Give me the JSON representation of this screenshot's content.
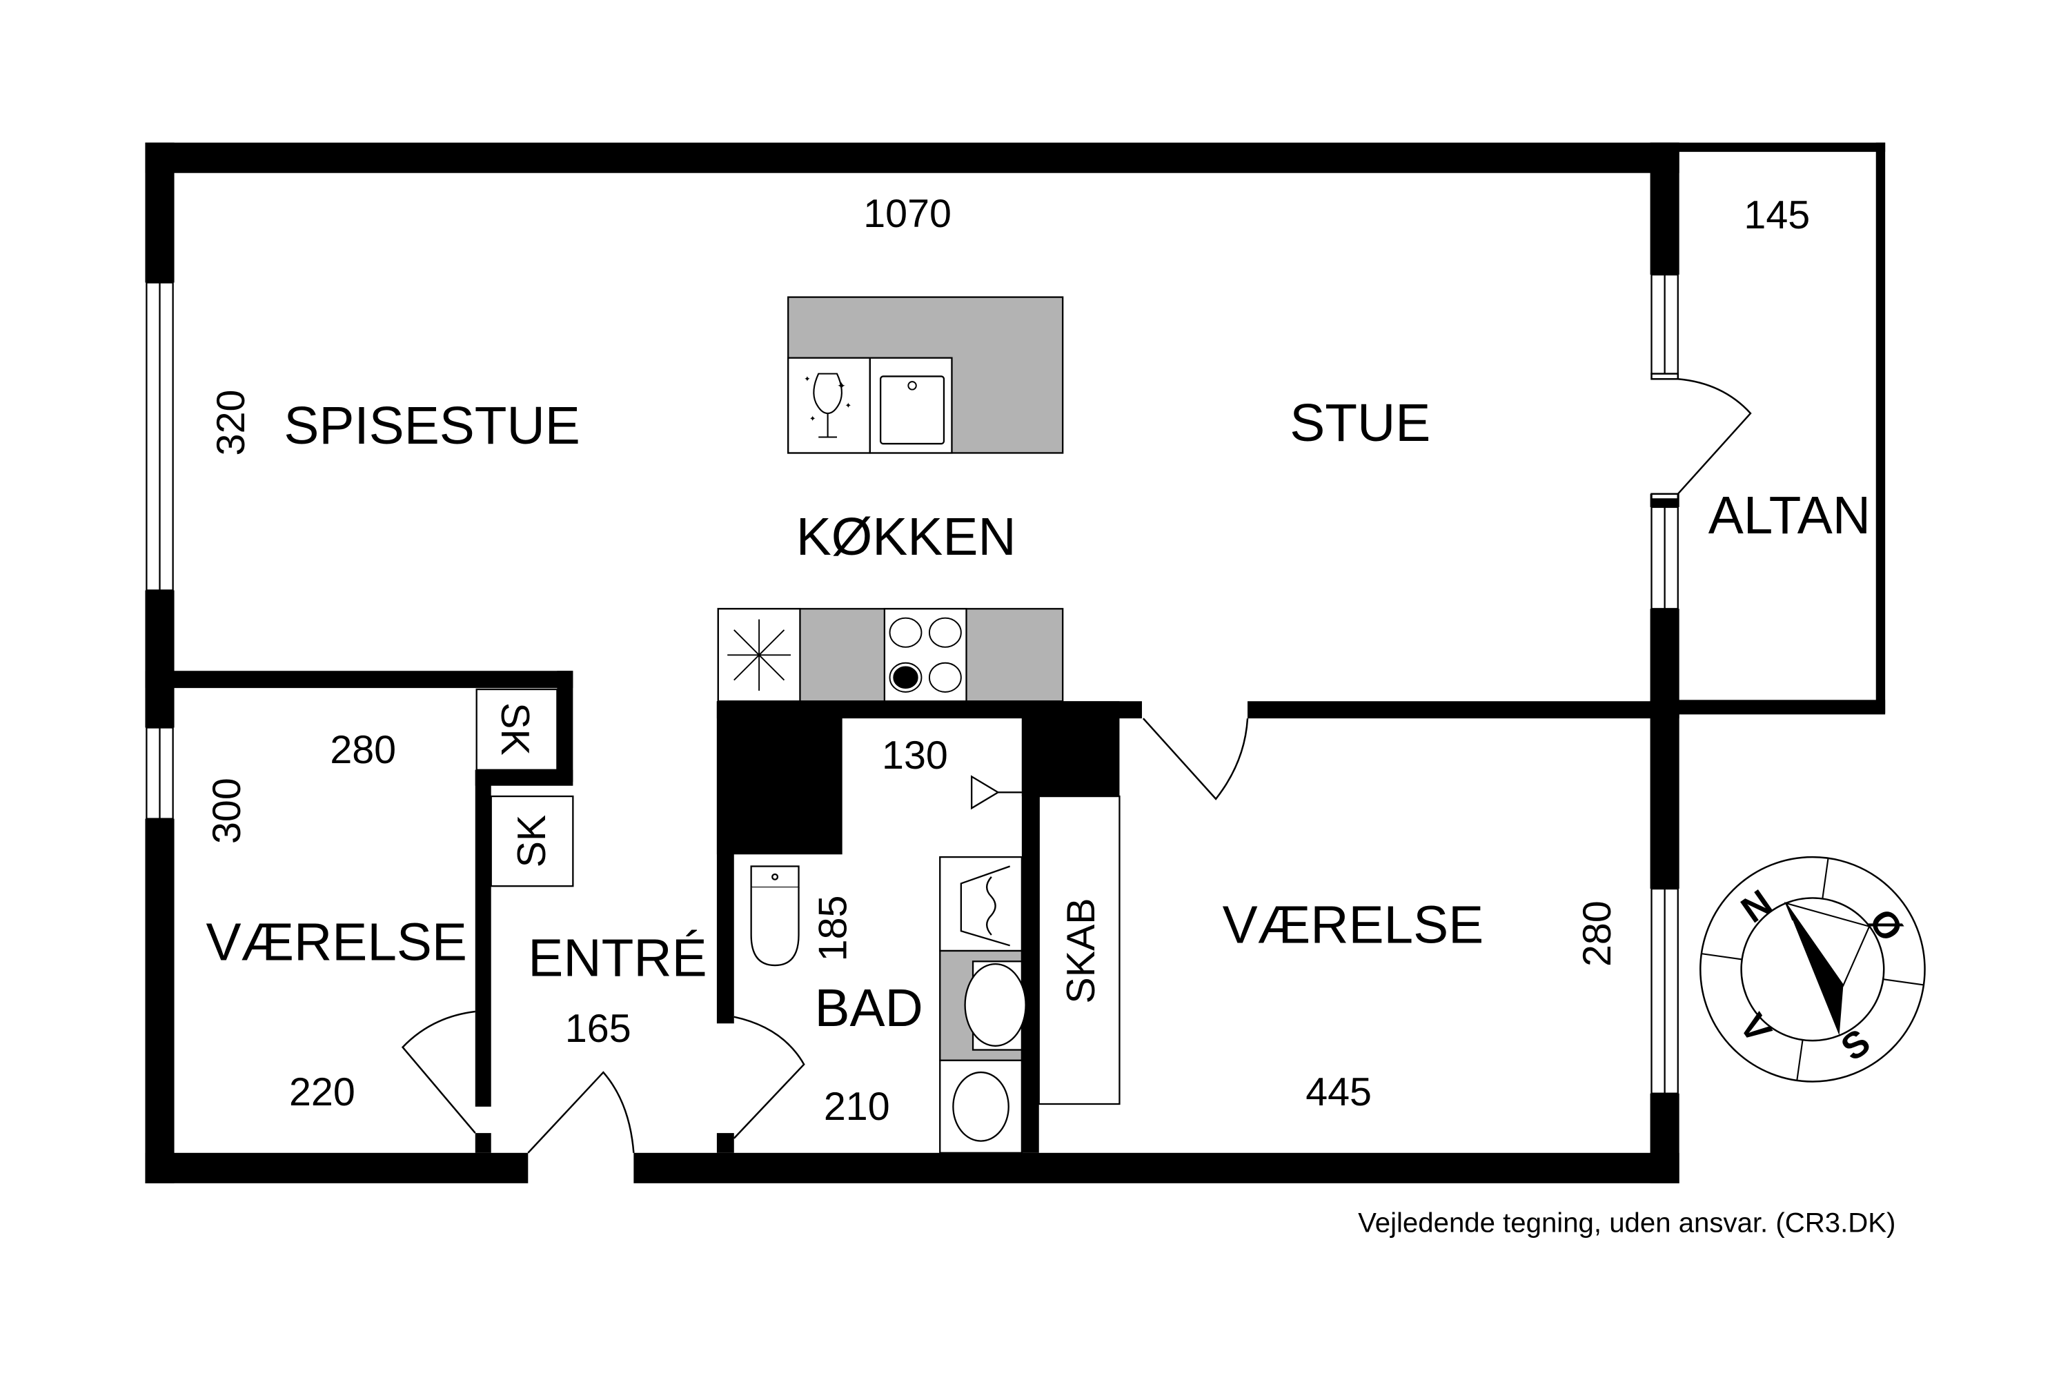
{
  "plan": {
    "colors": {
      "wall": "#000000",
      "counter": "#b3b3b3",
      "background": "#ffffff",
      "line": "#000000"
    },
    "rooms": {
      "spisestue": {
        "label": "SPISESTUE",
        "dim_vertical": "320"
      },
      "stue": {
        "label": "STUE",
        "dim_top": "1070"
      },
      "kokken": {
        "label": "KØKKEN"
      },
      "altan": {
        "label": "ALTAN",
        "dim_top": "145"
      },
      "vaerelse_left": {
        "label": "VÆRELSE",
        "dim_top": "280",
        "dim_vertical": "300",
        "dim_bottom": "220"
      },
      "entre": {
        "label": "ENTRÉ",
        "dim": "165"
      },
      "bad": {
        "label": "BAD",
        "dim_top": "130",
        "dim_vertical": "185",
        "dim_bottom": "210"
      },
      "skab": {
        "label": "SKAB"
      },
      "sk_upper": {
        "label": "SK"
      },
      "sk_lower": {
        "label": "SK"
      },
      "vaerelse_right": {
        "label": "VÆRELSE",
        "dim_vertical": "280",
        "dim_bottom": "445"
      }
    },
    "fixtures": [
      "dishwasher-icon",
      "sink-icon",
      "extractor-fan-icon",
      "hob-icon",
      "toilet-icon",
      "washbasin-icon",
      "shower-icon",
      "washing-machine-icon",
      "tumble-dryer-icon"
    ],
    "compass": {
      "north": "N",
      "east": "Ø",
      "south": "S",
      "west": "V"
    },
    "footer": "Vejledende tegning, uden ansvar. (CR3.DK)"
  }
}
